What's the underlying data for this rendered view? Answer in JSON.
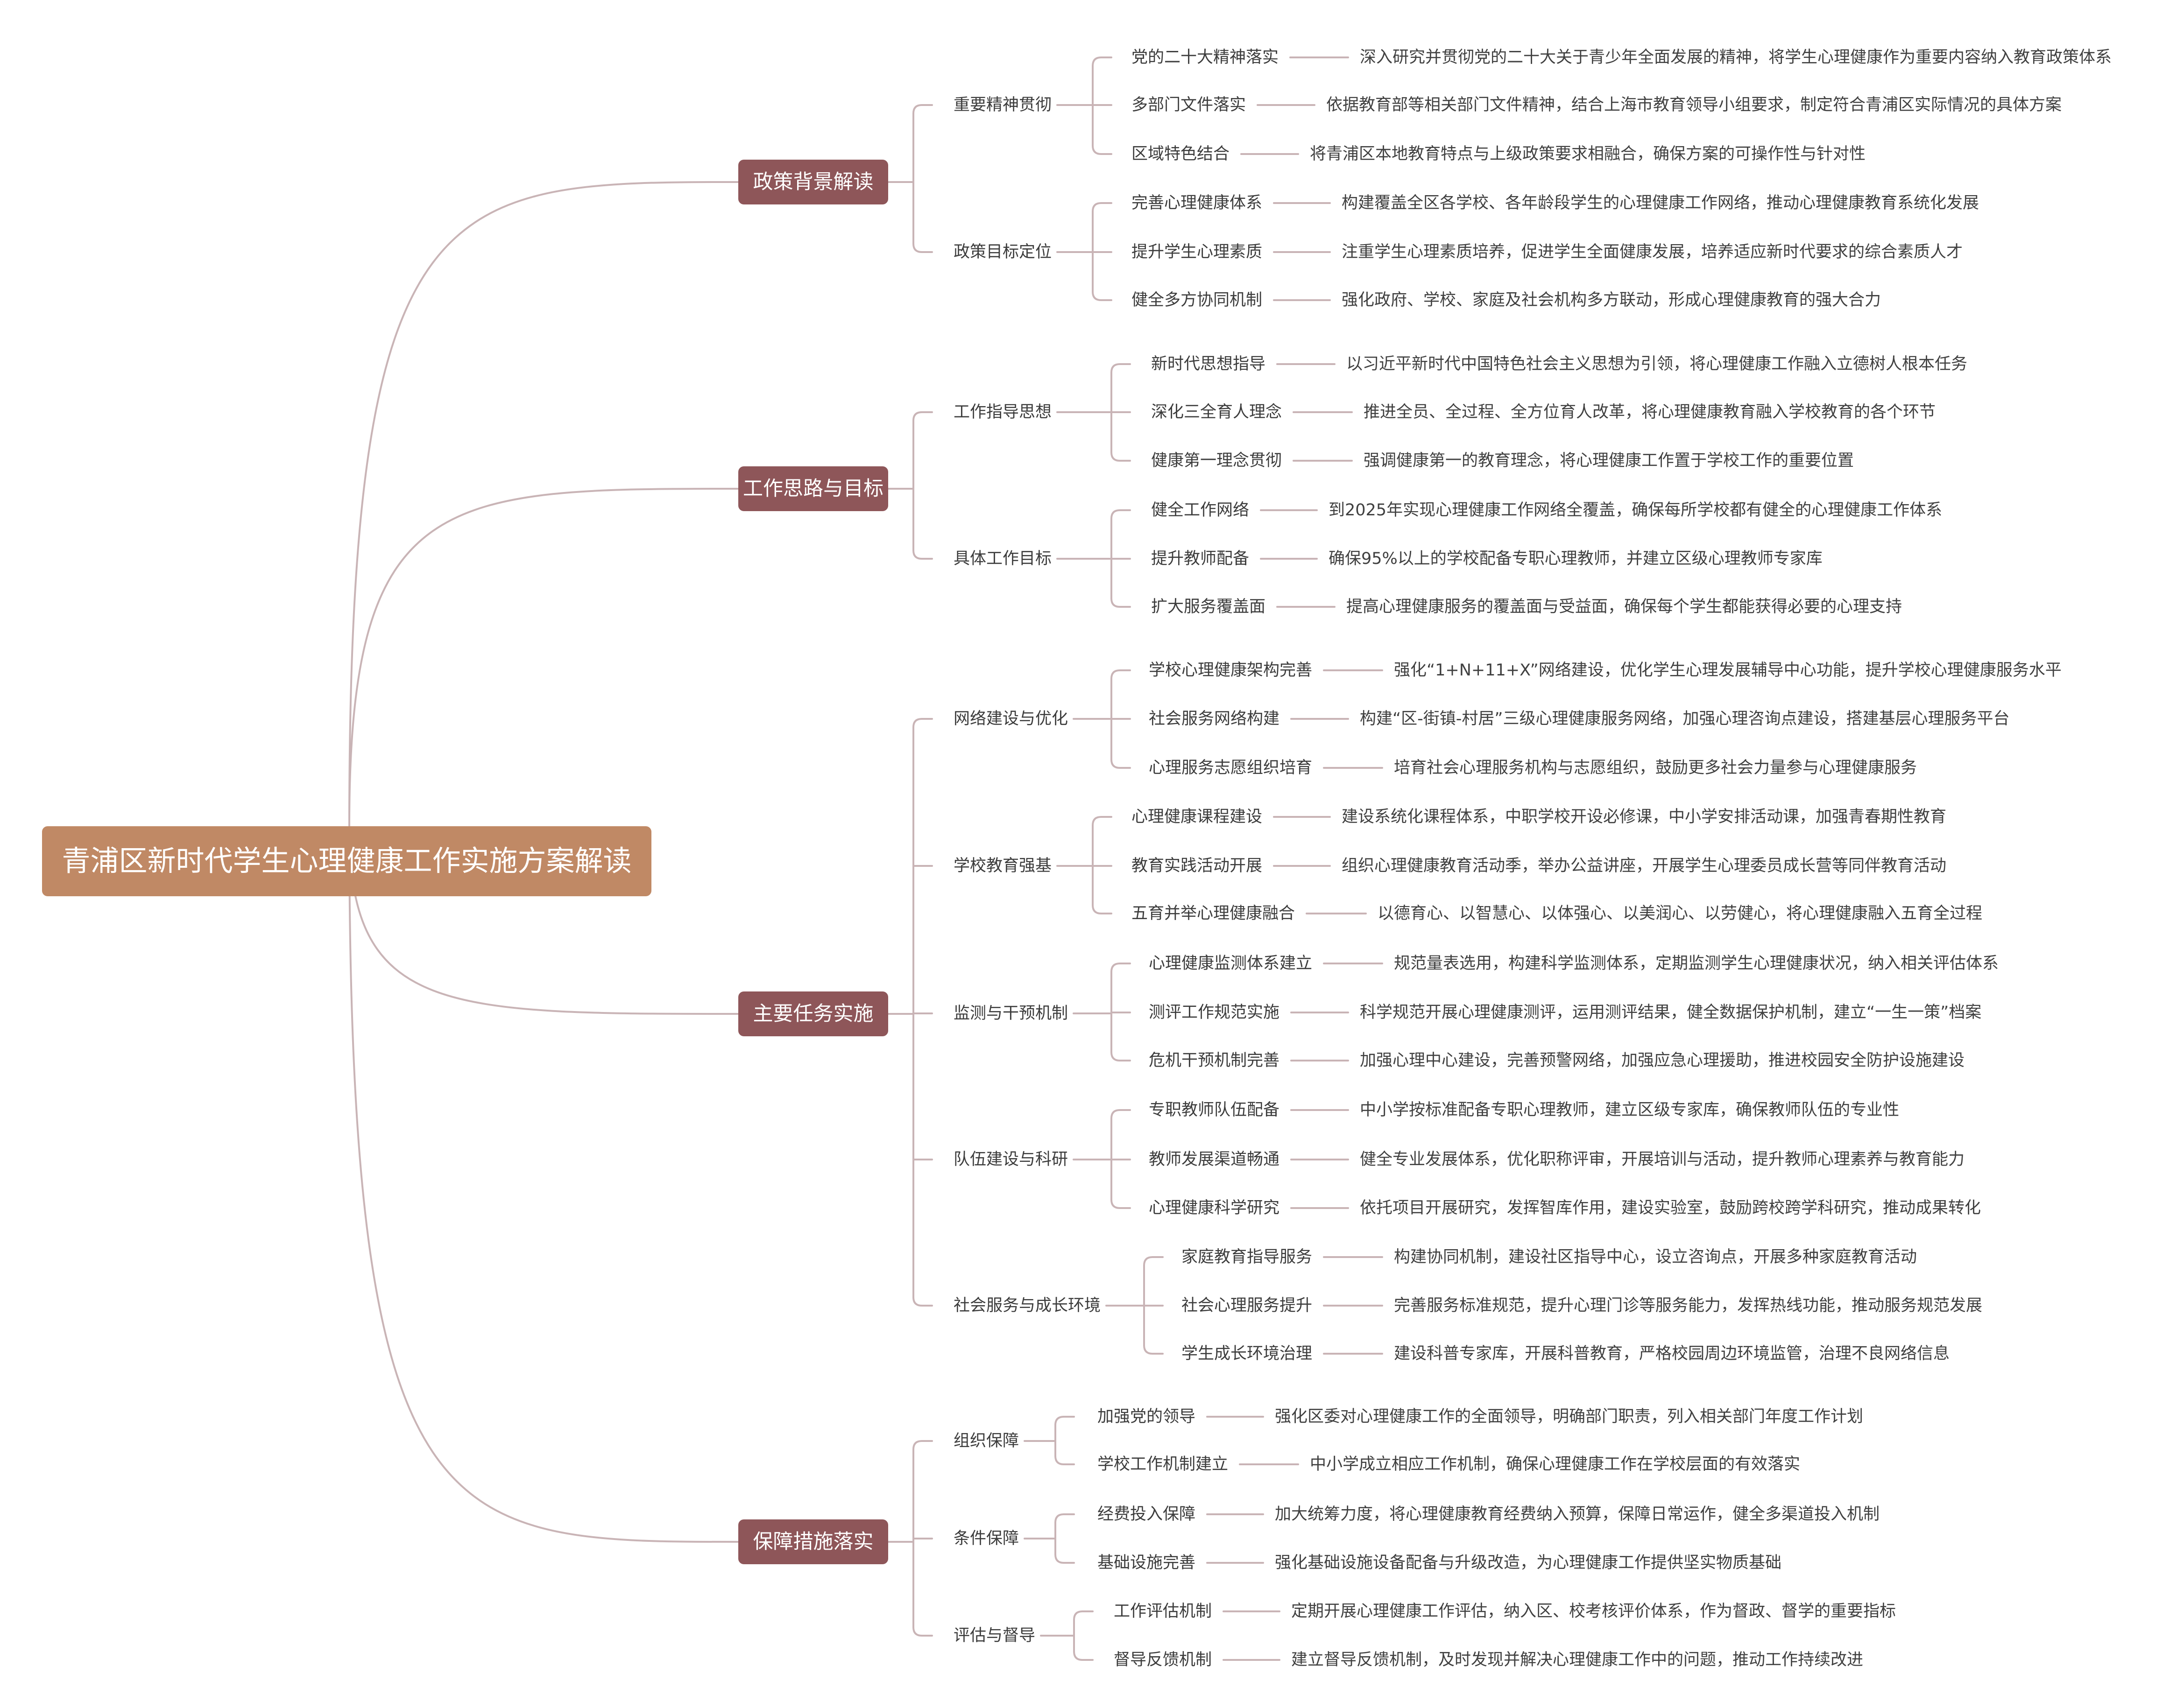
{
  "root": "青浦区新时代学生心理健康工作实施方案解读",
  "colors": {
    "root": "#c08965",
    "main": "#8e5659",
    "line": "#c9b4b6"
  },
  "branches": [
    {
      "label": "政策背景解读",
      "children": [
        {
          "label": "重要精神贯彻",
          "items": [
            {
              "label": "党的二十大精神落实",
              "desc": "深入研究并贯彻党的二十大关于青少年全面发展的精神，将学生心理健康作为重要内容纳入教育政策体系"
            },
            {
              "label": "多部门文件落实",
              "desc": "依据教育部等相关部门文件精神，结合上海市教育领导小组要求，制定符合青浦区实际情况的具体方案"
            },
            {
              "label": "区域特色结合",
              "desc": "将青浦区本地教育特点与上级政策要求相融合，确保方案的可操作性与针对性"
            }
          ]
        },
        {
          "label": "政策目标定位",
          "items": [
            {
              "label": "完善心理健康体系",
              "desc": "构建覆盖全区各学校、各年龄段学生的心理健康工作网络，推动心理健康教育系统化发展"
            },
            {
              "label": "提升学生心理素质",
              "desc": "注重学生心理素质培养，促进学生全面健康发展，培养适应新时代要求的综合素质人才"
            },
            {
              "label": "健全多方协同机制",
              "desc": "强化政府、学校、家庭及社会机构多方联动，形成心理健康教育的强大合力"
            }
          ]
        }
      ]
    },
    {
      "label": "工作思路与目标",
      "children": [
        {
          "label": "工作指导思想",
          "items": [
            {
              "label": "新时代思想指导",
              "desc": "以习近平新时代中国特色社会主义思想为引领，将心理健康工作融入立德树人根本任务"
            },
            {
              "label": "深化三全育人理念",
              "desc": "推进全员、全过程、全方位育人改革，将心理健康教育融入学校教育的各个环节"
            },
            {
              "label": "健康第一理念贯彻",
              "desc": "强调健康第一的教育理念，将心理健康工作置于学校工作的重要位置"
            }
          ]
        },
        {
          "label": "具体工作目标",
          "items": [
            {
              "label": "健全工作网络",
              "desc": "到2025年实现心理健康工作网络全覆盖，确保每所学校都有健全的心理健康工作体系"
            },
            {
              "label": "提升教师配备",
              "desc": "确保95%以上的学校配备专职心理教师，并建立区级心理教师专家库"
            },
            {
              "label": "扩大服务覆盖面",
              "desc": "提高心理健康服务的覆盖面与受益面，确保每个学生都能获得必要的心理支持"
            }
          ]
        }
      ]
    },
    {
      "label": "主要任务实施",
      "children": [
        {
          "label": "网络建设与优化",
          "items": [
            {
              "label": "学校心理健康架构完善",
              "desc": "强化“1+N+11+X”网络建设，优化学生心理发展辅导中心功能，提升学校心理健康服务水平"
            },
            {
              "label": "社会服务网络构建",
              "desc": "构建“区-街镇-村居”三级心理健康服务网络，加强心理咨询点建设，搭建基层心理服务平台"
            },
            {
              "label": "心理服务志愿组织培育",
              "desc": "培育社会心理服务机构与志愿组织，鼓励更多社会力量参与心理健康服务"
            }
          ]
        },
        {
          "label": "学校教育强基",
          "items": [
            {
              "label": "心理健康课程建设",
              "desc": "建设系统化课程体系，中职学校开设必修课，中小学安排活动课，加强青春期性教育"
            },
            {
              "label": "教育实践活动开展",
              "desc": "组织心理健康教育活动季，举办公益讲座，开展学生心理委员成长营等同伴教育活动"
            },
            {
              "label": "五育并举心理健康融合",
              "desc": "以德育心、以智慧心、以体强心、以美润心、以劳健心，将心理健康融入五育全过程"
            }
          ]
        },
        {
          "label": "监测与干预机制",
          "items": [
            {
              "label": "心理健康监测体系建立",
              "desc": "规范量表选用，构建科学监测体系，定期监测学生心理健康状况，纳入相关评估体系"
            },
            {
              "label": "测评工作规范实施",
              "desc": "科学规范开展心理健康测评，运用测评结果，健全数据保护机制，建立“一生一策”档案"
            },
            {
              "label": "危机干预机制完善",
              "desc": "加强心理中心建设，完善预警网络，加强应急心理援助，推进校园安全防护设施建设"
            }
          ]
        },
        {
          "label": "队伍建设与科研",
          "items": [
            {
              "label": "专职教师队伍配备",
              "desc": "中小学按标准配备专职心理教师，建立区级专家库，确保教师队伍的专业性"
            },
            {
              "label": "教师发展渠道畅通",
              "desc": "健全专业发展体系，优化职称评审，开展培训与活动，提升教师心理素养与教育能力"
            },
            {
              "label": "心理健康科学研究",
              "desc": "依托项目开展研究，发挥智库作用，建设实验室，鼓励跨校跨学科研究，推动成果转化"
            }
          ]
        },
        {
          "label": "社会服务与成长环境",
          "items": [
            {
              "label": "家庭教育指导服务",
              "desc": "构建协同机制，建设社区指导中心，设立咨询点，开展多种家庭教育活动"
            },
            {
              "label": "社会心理服务提升",
              "desc": "完善服务标准规范，提升心理门诊等服务能力，发挥热线功能，推动服务规范发展"
            },
            {
              "label": "学生成长环境治理",
              "desc": "建设科普专家库，开展科普教育，严格校园周边环境监管，治理不良网络信息"
            }
          ]
        }
      ]
    },
    {
      "label": "保障措施落实",
      "children": [
        {
          "label": "组织保障",
          "items": [
            {
              "label": "加强党的领导",
              "desc": "强化区委对心理健康工作的全面领导，明确部门职责，列入相关部门年度工作计划"
            },
            {
              "label": "学校工作机制建立",
              "desc": "中小学成立相应工作机制，确保心理健康工作在学校层面的有效落实"
            }
          ]
        },
        {
          "label": "条件保障",
          "items": [
            {
              "label": "经费投入保障",
              "desc": "加大统筹力度，将心理健康教育经费纳入预算，保障日常运作，健全多渠道投入机制"
            },
            {
              "label": "基础设施完善",
              "desc": "强化基础设施设备配备与升级改造，为心理健康工作提供坚实物质基础"
            }
          ]
        },
        {
          "label": "评估与督导",
          "items": [
            {
              "label": "工作评估机制",
              "desc": "定期开展心理健康工作评估，纳入区、校考核评价体系，作为督政、督学的重要指标"
            },
            {
              "label": "督导反馈机制",
              "desc": "建立督导反馈机制，及时发现并解决心理健康工作中的问题，推动工作持续改进"
            }
          ]
        }
      ]
    }
  ]
}
